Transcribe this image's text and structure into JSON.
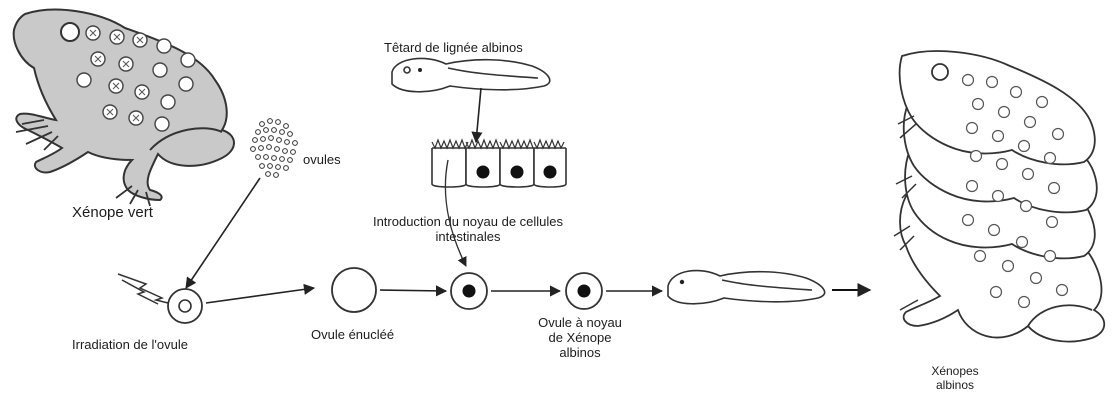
{
  "labels": {
    "xenope_vert": "Xénope vert",
    "ovules": "ovules",
    "tetard": "Têtard de lignée albinos",
    "introduction_line1": "Introduction du noyau de cellules",
    "introduction_line2": "intestinales",
    "irradiation": "Irradiation de l'ovule",
    "ovule_enuclee": "Ovule énucléé",
    "ovule_noyau_line1": "Ovule à noyau",
    "ovule_noyau_line2": "de Xénope",
    "ovule_noyau_line3": "albinos",
    "xenopes_albinos_line1": "Xénopes",
    "xenopes_albinos_line2": "albinos"
  },
  "colors": {
    "frog_green_fill": "#c9c9c9",
    "outline": "#333333",
    "nucleus": "#111111"
  }
}
